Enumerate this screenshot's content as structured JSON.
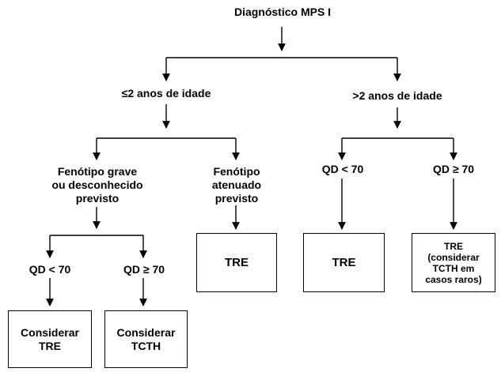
{
  "root": "Diagnóstico MPS I",
  "age_le2": "≤2 anos de idade",
  "age_gt2": ">2 anos de idade",
  "phen_grave": [
    "Fenótipo grave",
    "ou desconhecido",
    "previsto"
  ],
  "phen_atenuado": [
    "Fenótipo",
    "atenuado",
    "previsto"
  ],
  "qd_lt70": "QD < 70",
  "qd_ge70": "QD ≥ 70",
  "box_tre": "TRE",
  "box_considerar_tre": [
    "Considerar",
    "TRE"
  ],
  "box_considerar_tcth": [
    "Considerar",
    "TCTH"
  ],
  "box_tre_tcth": [
    "TRE",
    "(considerar",
    "TCTH em",
    "casos raros)"
  ]
}
